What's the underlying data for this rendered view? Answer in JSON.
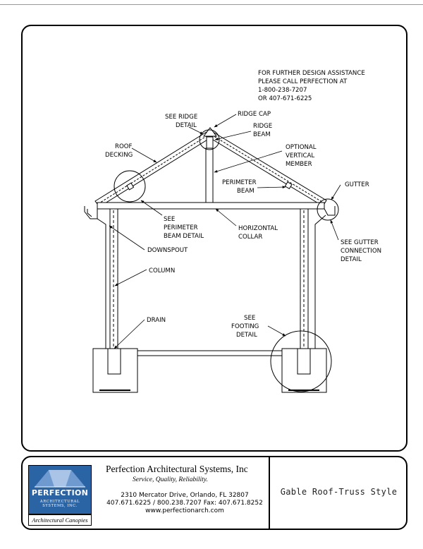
{
  "notes": {
    "assistance": [
      "FOR FURTHER DESIGN ASSISTANCE",
      "PLEASE CALL PERFECTION AT",
      "1-800-238-7207",
      "OR 407-671-6225"
    ]
  },
  "labels": {
    "see_ridge_detail": [
      "SEE RIDGE",
      "DETAIL"
    ],
    "ridge_cap": "RIDGE CAP",
    "ridge_beam": [
      "RIDGE",
      "BEAM"
    ],
    "roof_decking": [
      "ROOF",
      "DECKING"
    ],
    "optional_vertical_member": [
      "OPTIONAL",
      "VERTICAL",
      "MEMBER"
    ],
    "perimeter_beam": [
      "PERIMETER",
      "BEAM"
    ],
    "gutter": "GUTTER",
    "see_perimeter_beam_detail": [
      "SEE",
      "PERIMETER",
      "BEAM DETAIL"
    ],
    "horizontal_collar": [
      "HORIZONTAL",
      "COLLAR"
    ],
    "see_gutter_connection_detail": [
      "SEE GUTTER",
      "CONNECTION",
      "DETAIL"
    ],
    "downspout": "DOWNSPOUT",
    "column": "COLUMN",
    "drain": "DRAIN",
    "see_footing_detail": [
      "SEE",
      "FOOTING",
      "DETAIL"
    ]
  },
  "title_block": {
    "company": "Perfection Architectural Systems, Inc",
    "tagline": "Service,  Quality,  Reliability.",
    "address": "2310 Mercator Drive, Orlando, FL 32807",
    "phones": "407.671.6225 / 800.238.7207  Fax: 407.671.8252",
    "website": "www.perfectionarch.com",
    "logo_word": "PERFECTION",
    "logo_sub_1": "ARCHITECTURAL",
    "logo_sub_2": "SYSTEMS, INC.",
    "logo_caption": "Architectural Canopies",
    "drawing_title": "Gable Roof-Truss Style"
  },
  "colors": {
    "logo_blue": "#2b64a4",
    "line": "#000000"
  }
}
